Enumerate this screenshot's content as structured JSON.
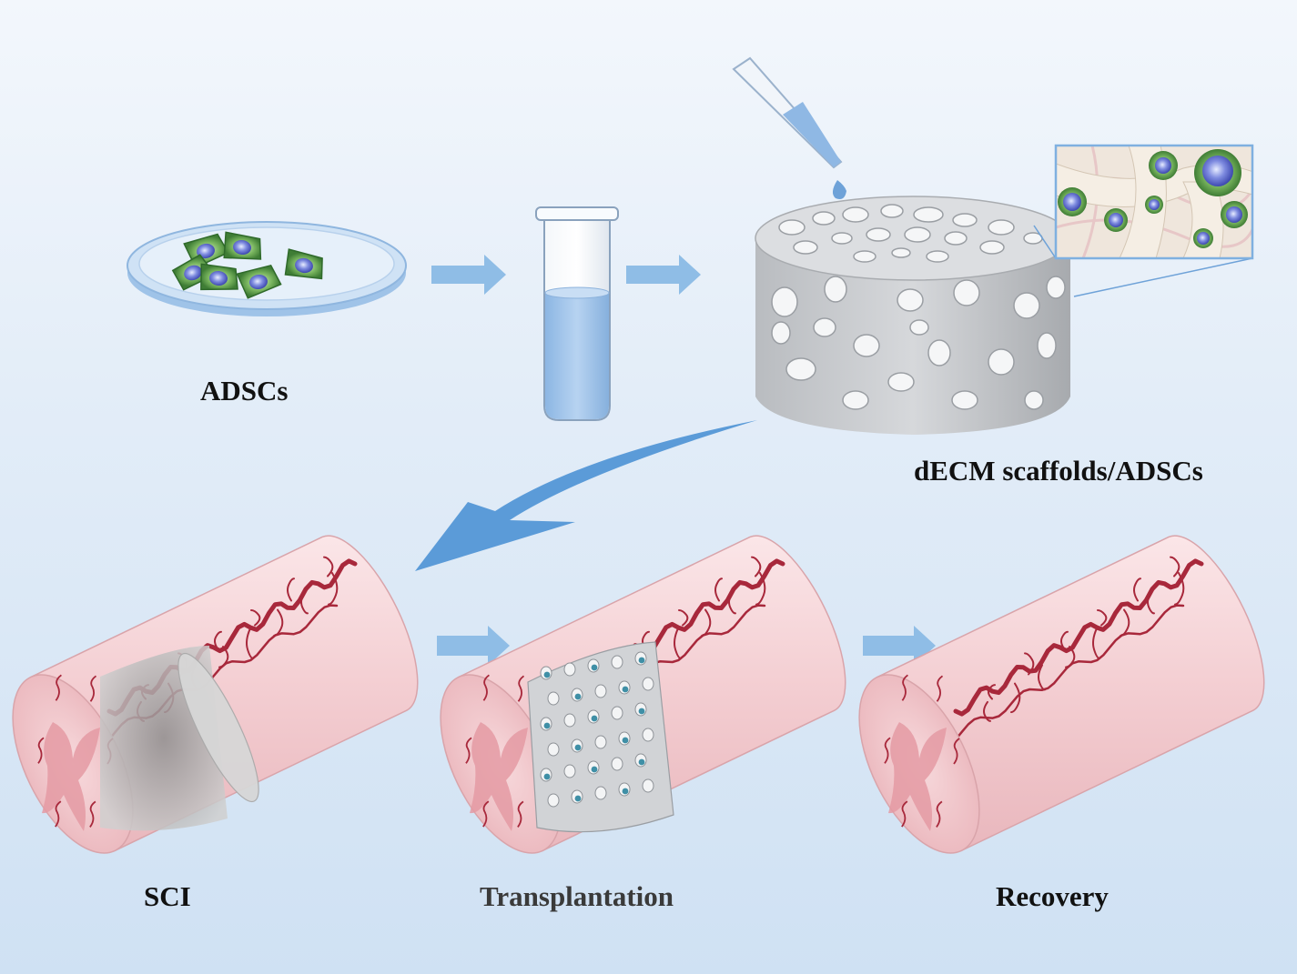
{
  "labels": {
    "adscs": "ADSCs",
    "scaffold": "dECM scaffolds/ADSCs",
    "sci": "SCI",
    "transplantation": "Transplantation",
    "recovery": "Recovery"
  },
  "colors": {
    "arrow": "#8fbde6",
    "big_arrow": "#5b9bd8",
    "cord": "#f2c9cc",
    "vessel": "#a8283b",
    "scaffold": "#c8cbcf",
    "cell_green": "#5a9b4d",
    "cell_nucleus": "#5a66c9",
    "liquid": "#9fc3ea"
  }
}
